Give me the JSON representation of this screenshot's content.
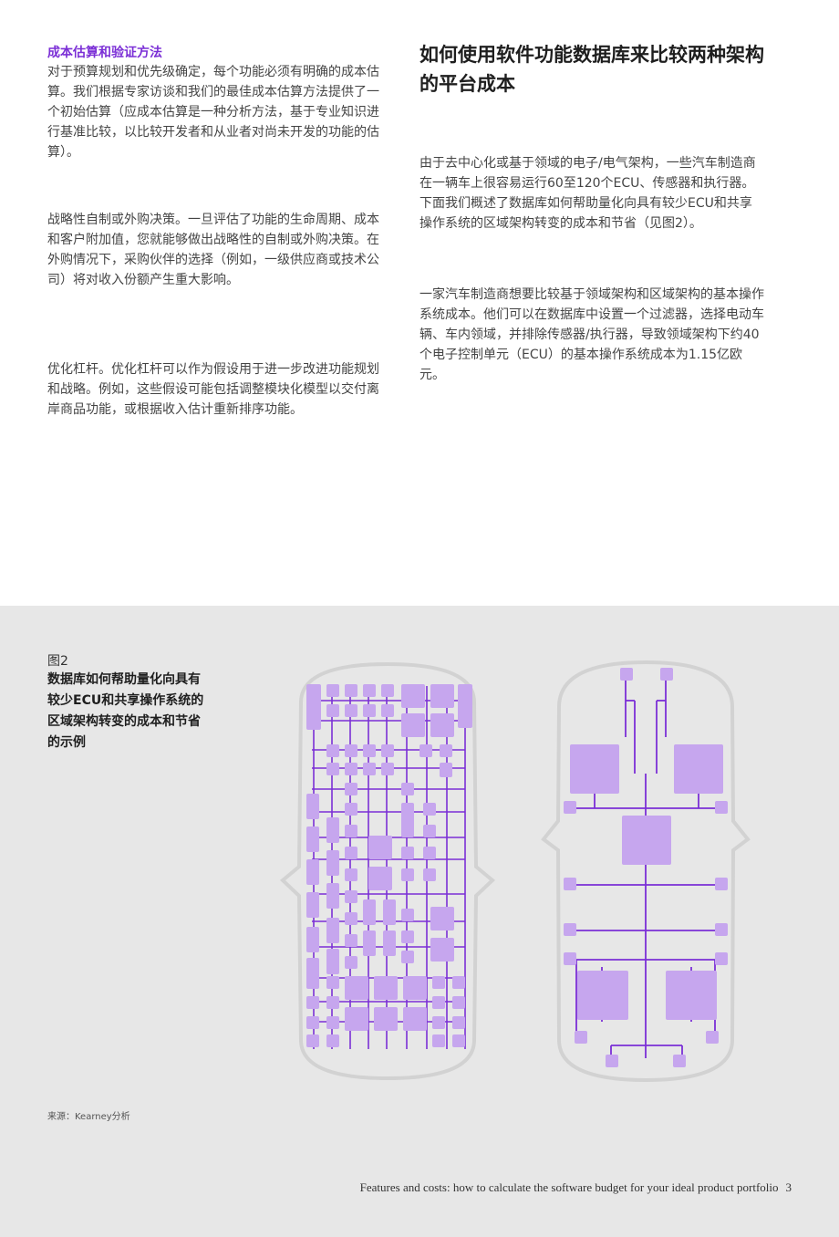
{
  "left": {
    "heading": "成本估算和验证方法",
    "p1": "对于预算规划和优先级确定，每个功能必须有明确的成本估算。我们根据专家访谈和我们的最佳成本估算方法提供了一个初始估算（应成本估算是一种分析方法，基于专业知识进行基准比较，以比较开发者和从业者对尚未开发的功能的估算）。",
    "p2": "战略性自制或外购决策。一旦评估了功能的生命周期、成本和客户附加值，您就能够做出战略性的自制或外购决策。在外购情况下，采购伙伴的选择（例如，一级供应商或技术公司）将对收入份额产生重大影响。",
    "p3": "优化杠杆。优化杠杆可以作为假设用于进一步改进功能规划和战略。例如，这些假设可能包括调整模块化模型以交付离岸商品功能，或根据收入估计重新排序功能。"
  },
  "right": {
    "title": "如何使用软件功能数据库来比较两种架构的平台成本",
    "p1": "由于去中心化或基于领域的电子/电气架构，一些汽车制造商在一辆车上很容易运行60至120个ECU、传感器和执行器。下面我们概述了数据库如何帮助量化向具有较少ECU和共享操作系统的区域架构转变的成本和节省（见图2）。",
    "p2": "一家汽车制造商想要比较基于领域架构和区域架构的基本操作系统成本。他们可以在数据库中设置一个过滤器，选择电动车辆、车内领域，并排除传感器/执行器，导致领域架构下约40个电子控制单元（ECU）的基本操作系统成本为1.15亿欧元。"
  },
  "figure": {
    "number": "图2",
    "title": "数据库如何帮助量化向具有较少ECU和共享操作系统的区域架构转变的成本和节省的示例",
    "source": "来源：Kearney分析"
  },
  "colors": {
    "accent": "#7b2fd6",
    "block_fill": "#c6a6ee",
    "line": "#7b2fd6",
    "car_outline": "#d2d2d2",
    "band": "#e7e7e7"
  },
  "footer": {
    "text": "Features and costs: how to calculate the software budget for your ideal product portfolio",
    "page": "3"
  }
}
